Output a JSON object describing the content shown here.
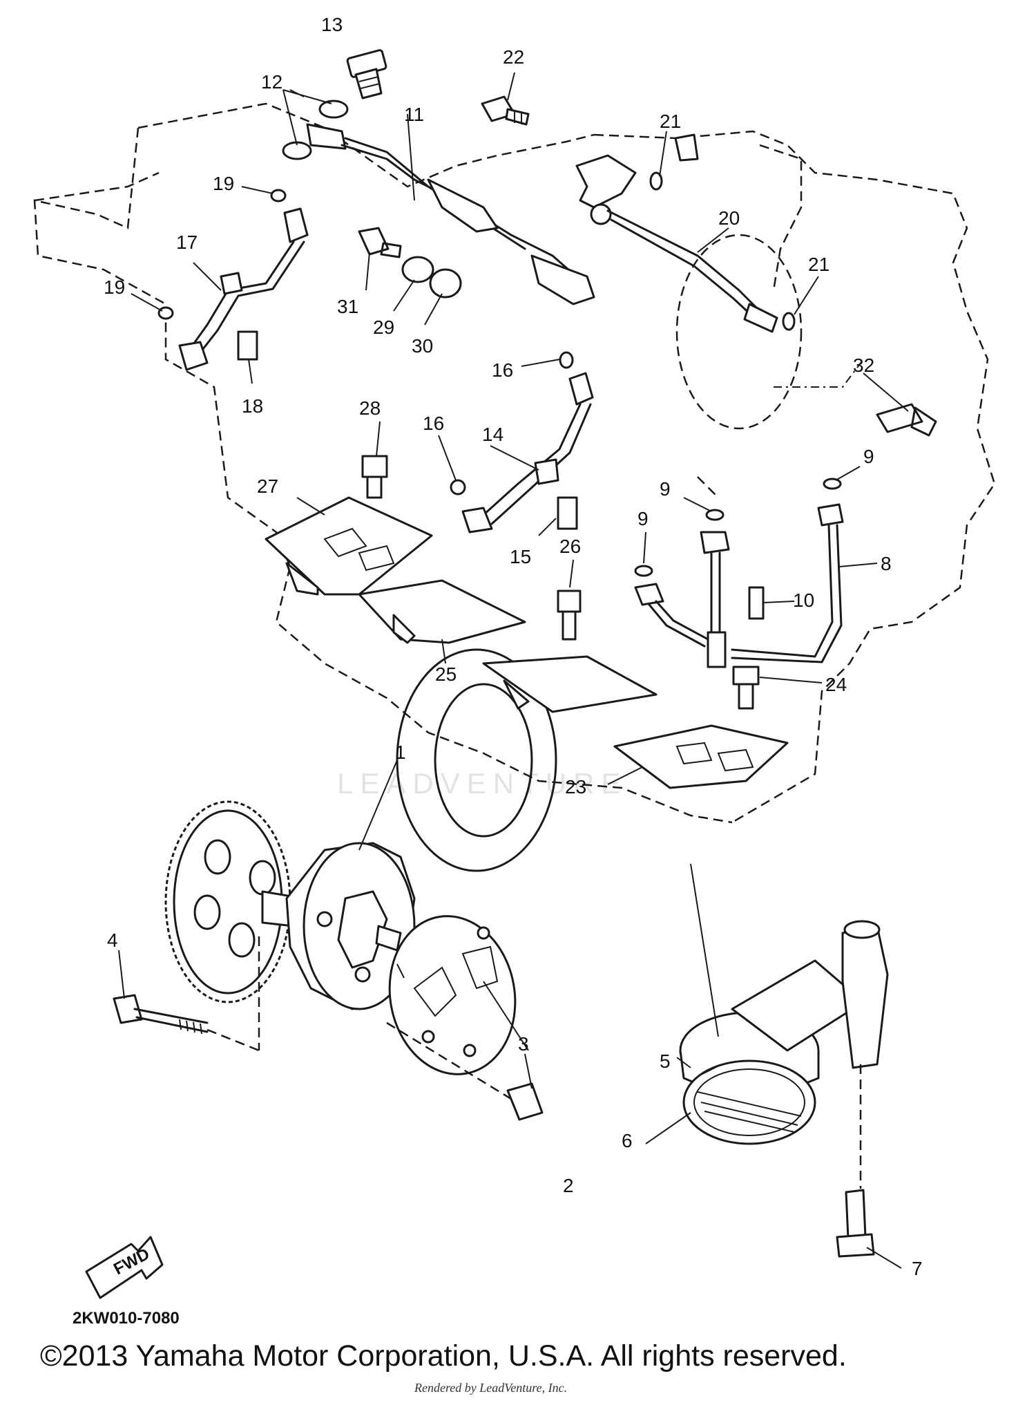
{
  "diagram": {
    "reference_code": "2KW010-7080",
    "fwd_label": "FWD",
    "watermark": "LEADVENTURE",
    "copyright": "©2013 Yamaha Motor Corporation, U.S.A. All rights reserved.",
    "rendered_by": "Rendered by LeadVenture, Inc.",
    "callouts": [
      "1",
      "2",
      "3",
      "4",
      "5",
      "6",
      "7",
      "8",
      "9",
      "10",
      "11",
      "12",
      "13",
      "14",
      "15",
      "16",
      "17",
      "18",
      "19",
      "20",
      "21",
      "22",
      "23",
      "24",
      "25",
      "26",
      "27",
      "28",
      "29",
      "30",
      "31",
      "32"
    ]
  }
}
